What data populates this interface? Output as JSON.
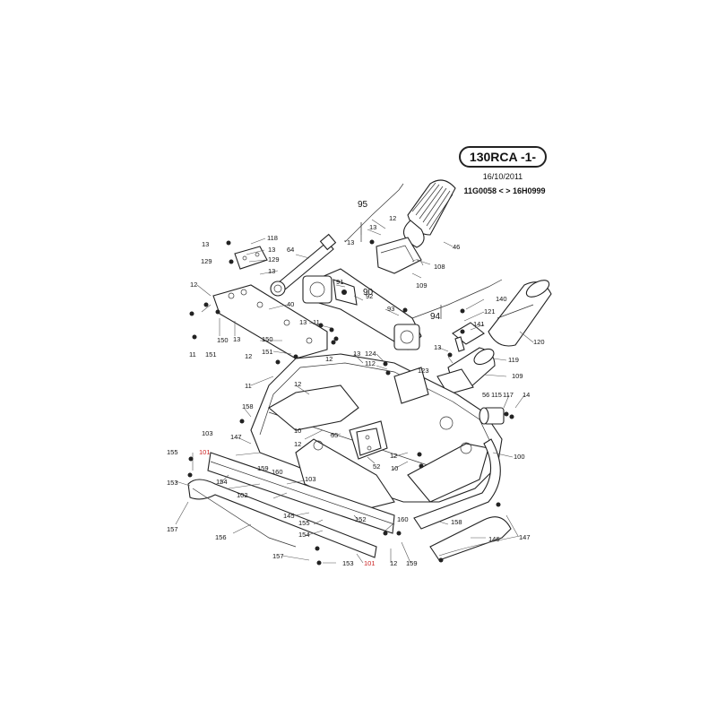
{
  "header": {
    "model": "130RCA -1-",
    "date": "16/10/2011",
    "serial_range": "11G0058 < > 16H0999"
  },
  "labels": [
    {
      "id": "l95",
      "text": "95",
      "big": true
    },
    {
      "id": "l90",
      "text": "90",
      "big": true
    },
    {
      "id": "l94",
      "text": "94",
      "big": true
    },
    {
      "id": "l13a",
      "text": "13"
    },
    {
      "id": "l12a",
      "text": "12"
    },
    {
      "id": "l13b",
      "text": "13"
    },
    {
      "id": "l46",
      "text": "46"
    },
    {
      "id": "l108",
      "text": "108"
    },
    {
      "id": "l109a",
      "text": "109"
    },
    {
      "id": "l118",
      "text": "118"
    },
    {
      "id": "l13c",
      "text": "13"
    },
    {
      "id": "l13d",
      "text": "13"
    },
    {
      "id": "l129a",
      "text": "129"
    },
    {
      "id": "l129b",
      "text": "129"
    },
    {
      "id": "l64",
      "text": "64"
    },
    {
      "id": "l13e",
      "text": "13"
    },
    {
      "id": "l91",
      "text": "91"
    },
    {
      "id": "l92",
      "text": "92"
    },
    {
      "id": "l12b",
      "text": "12"
    },
    {
      "id": "l40",
      "text": "40"
    },
    {
      "id": "l93",
      "text": "93"
    },
    {
      "id": "l13f",
      "text": "13"
    },
    {
      "id": "l11a",
      "text": "11"
    },
    {
      "id": "l140",
      "text": "140"
    },
    {
      "id": "l121",
      "text": "121"
    },
    {
      "id": "l141",
      "text": "141"
    },
    {
      "id": "l120",
      "text": "120"
    },
    {
      "id": "l150a",
      "text": "150"
    },
    {
      "id": "l13g",
      "text": "13"
    },
    {
      "id": "l11b",
      "text": "11"
    },
    {
      "id": "l151a",
      "text": "151"
    },
    {
      "id": "l150b",
      "text": "150"
    },
    {
      "id": "l151b",
      "text": "151"
    },
    {
      "id": "l12c",
      "text": "12"
    },
    {
      "id": "l13h",
      "text": "13"
    },
    {
      "id": "l12d",
      "text": "12"
    },
    {
      "id": "l13i",
      "text": "13"
    },
    {
      "id": "l124",
      "text": "124"
    },
    {
      "id": "l112",
      "text": "112"
    },
    {
      "id": "l123",
      "text": "123"
    },
    {
      "id": "l119",
      "text": "119"
    },
    {
      "id": "l109b",
      "text": "109"
    },
    {
      "id": "l11c",
      "text": "11"
    },
    {
      "id": "l12e",
      "text": "12"
    },
    {
      "id": "l56",
      "text": "56"
    },
    {
      "id": "l115",
      "text": "115"
    },
    {
      "id": "l117",
      "text": "117"
    },
    {
      "id": "l14",
      "text": "14"
    },
    {
      "id": "l158a",
      "text": "158"
    },
    {
      "id": "l10a",
      "text": "10"
    },
    {
      "id": "l12f",
      "text": "12"
    },
    {
      "id": "l55",
      "text": "55"
    },
    {
      "id": "l103a",
      "text": "103"
    },
    {
      "id": "l147a",
      "text": "147"
    },
    {
      "id": "l100",
      "text": "100"
    },
    {
      "id": "l155a",
      "text": "155"
    },
    {
      "id": "l101a",
      "text": "101",
      "red": true
    },
    {
      "id": "l159a",
      "text": "159"
    },
    {
      "id": "l160a",
      "text": "160"
    },
    {
      "id": "l12g",
      "text": "12"
    },
    {
      "id": "l10b",
      "text": "10"
    },
    {
      "id": "l52",
      "text": "52"
    },
    {
      "id": "l153a",
      "text": "153"
    },
    {
      "id": "l154a",
      "text": "154"
    },
    {
      "id": "l103b",
      "text": "103"
    },
    {
      "id": "l102",
      "text": "102"
    },
    {
      "id": "l157a",
      "text": "157"
    },
    {
      "id": "l145",
      "text": "145"
    },
    {
      "id": "l155b",
      "text": "155"
    },
    {
      "id": "l152",
      "text": "152"
    },
    {
      "id": "l160b",
      "text": "160"
    },
    {
      "id": "l158b",
      "text": "158"
    },
    {
      "id": "l156",
      "text": "156"
    },
    {
      "id": "l154b",
      "text": "154"
    },
    {
      "id": "l146",
      "text": "146"
    },
    {
      "id": "l147b",
      "text": "147"
    },
    {
      "id": "l157b",
      "text": "157"
    },
    {
      "id": "l153b",
      "text": "153"
    },
    {
      "id": "l101b",
      "text": "101",
      "red": true
    },
    {
      "id": "l12h",
      "text": "12"
    },
    {
      "id": "l159b",
      "text": "159"
    }
  ]
}
